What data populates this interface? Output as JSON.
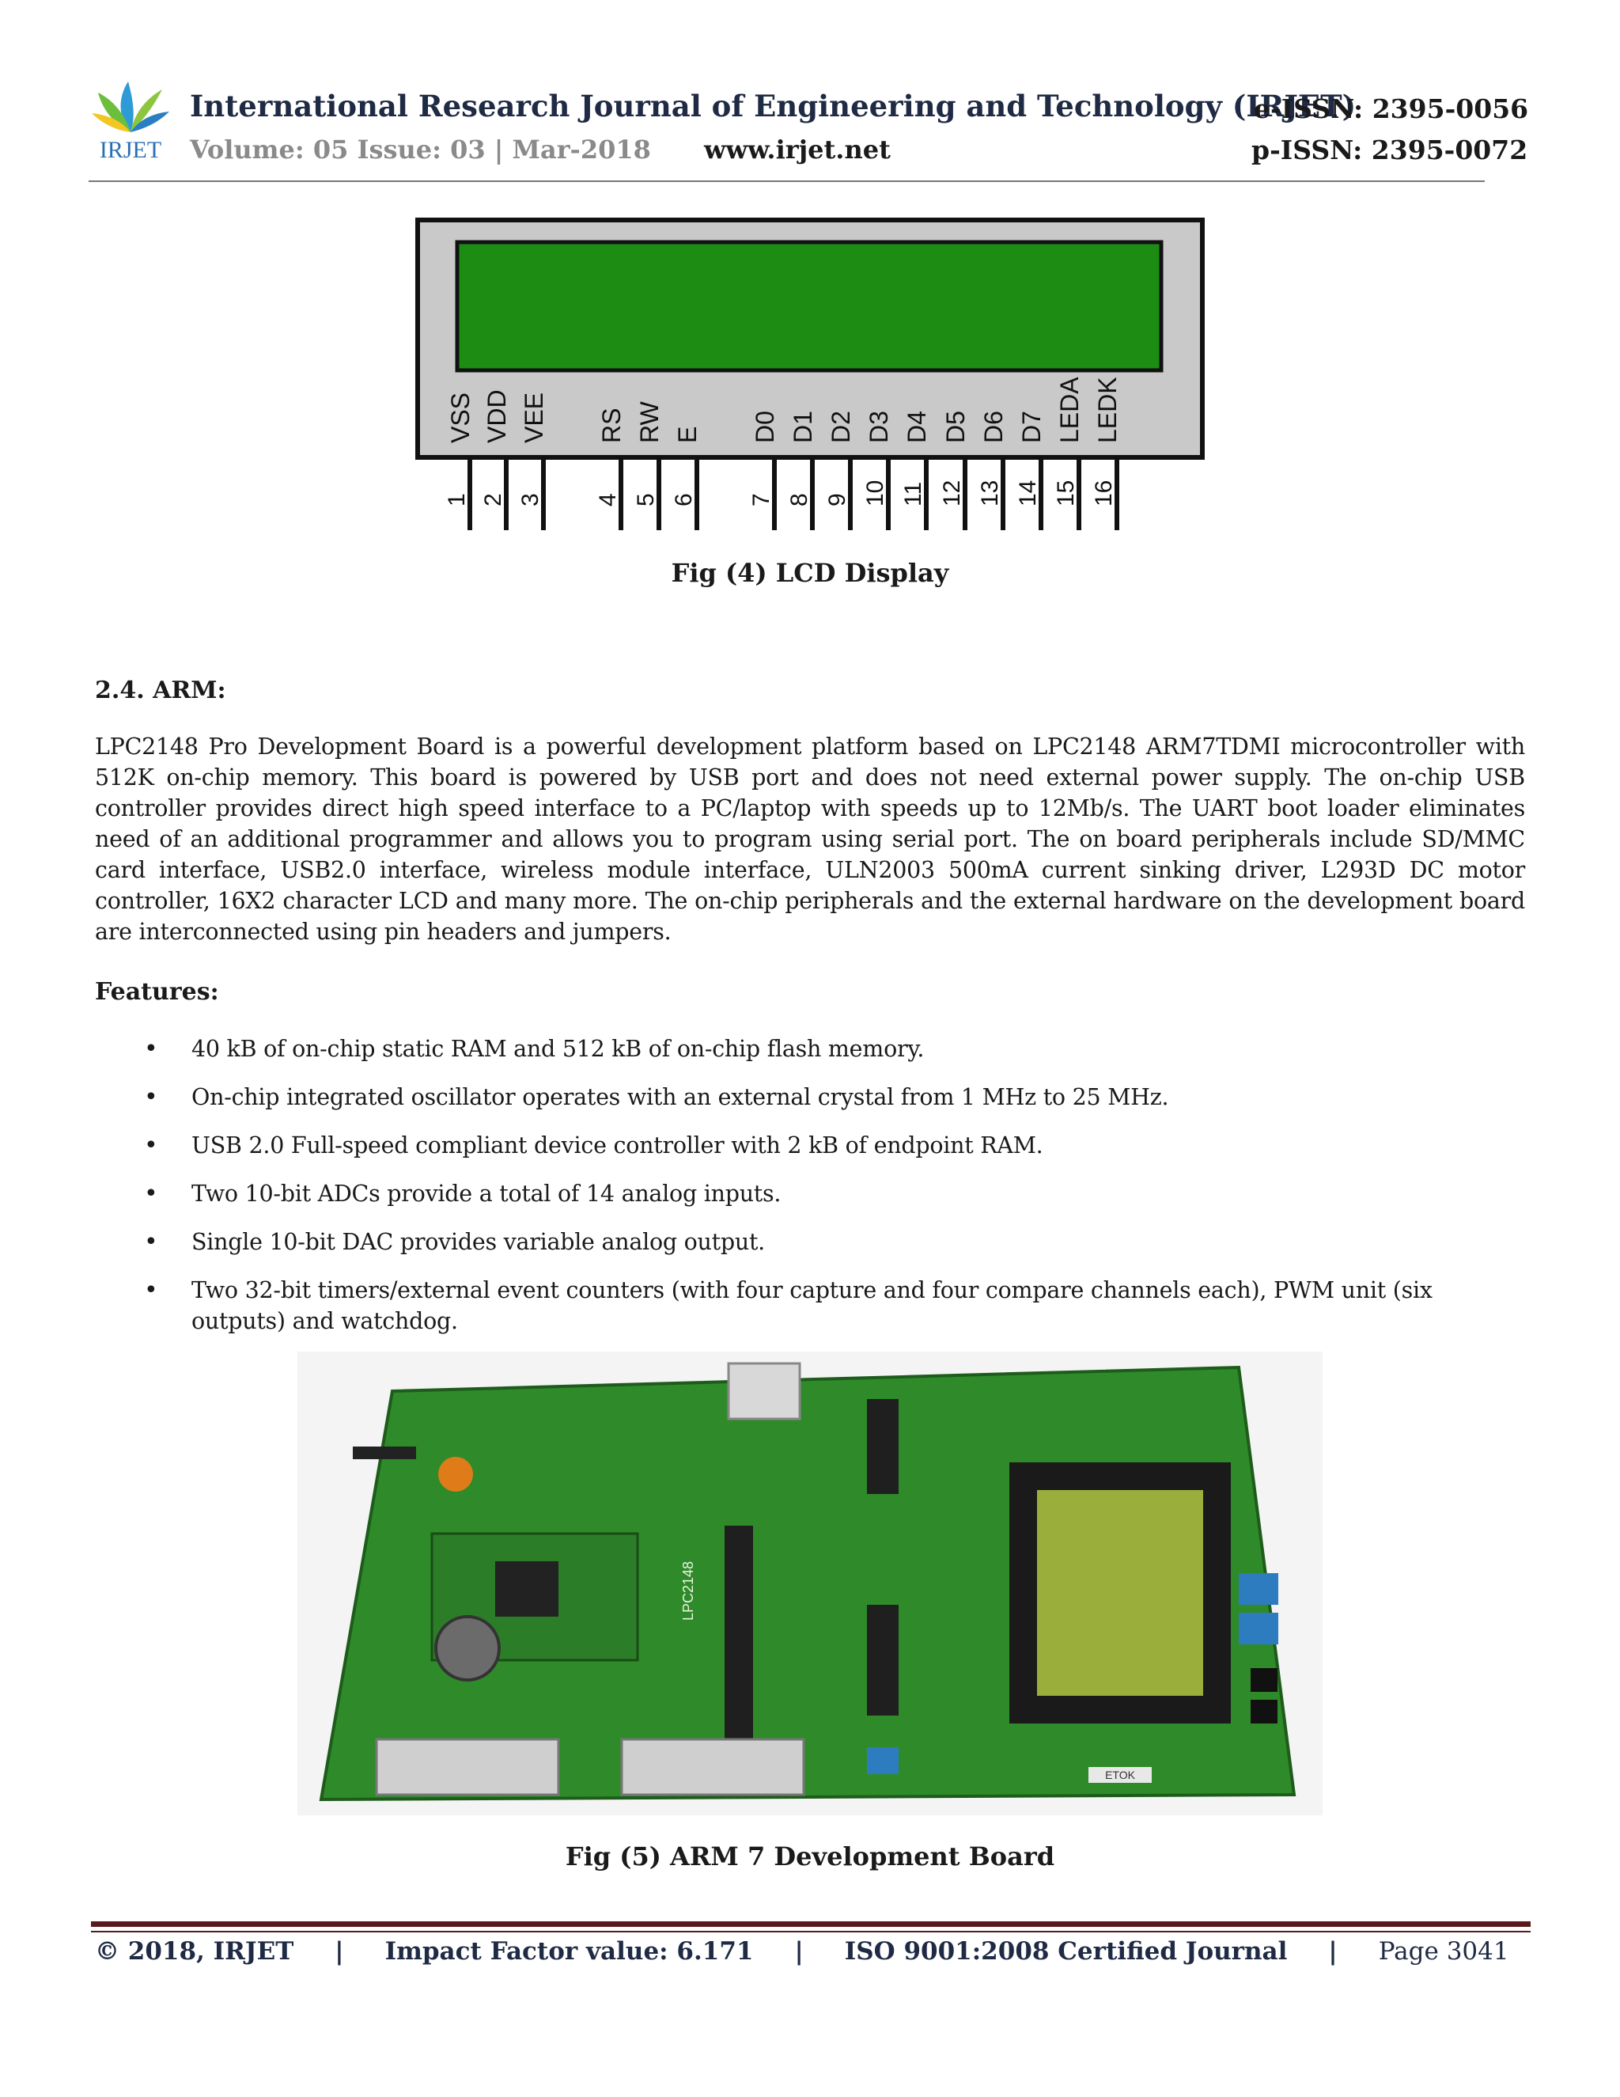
{
  "header": {
    "logo_text": "IRJET",
    "journal_title": "International Research Journal of Engineering and Technology (IRJET)",
    "volume": "Volume: 05 Issue: 03 | Mar-2018",
    "website": "www.irjet.net",
    "eissn": "e-ISSN: 2395-0056",
    "pissn": "p-ISSN: 2395-0072"
  },
  "figure4": {
    "caption": "Fig (4) LCD Display",
    "screen_color": "#1c8c13",
    "pin_labels": [
      "VSS",
      "VDD",
      "VEE",
      "RS",
      "RW",
      "E",
      "D0",
      "D1",
      "D2",
      "D3",
      "D4",
      "D5",
      "D6",
      "D7",
      "LEDA",
      "LEDK"
    ],
    "pin_numbers": [
      "1",
      "2",
      "3",
      "4",
      "5",
      "6",
      "7",
      "8",
      "9",
      "10",
      "11",
      "12",
      "13",
      "14",
      "15",
      "16"
    ]
  },
  "section": {
    "heading": "2.4. ARM:",
    "paragraph": "LPC2148 Pro Development Board is a powerful development platform based on LPC2148 ARM7TDMI microcontroller with 512K on-chip memory. This board is powered by USB port and does not need external power supply. The on-chip USB controller provides direct high speed interface to a PC/laptop with speeds up to 12Mb/s. The UART boot loader eliminates need of an additional programmer and allows you to program using serial port. The on board peripherals include SD/MMC card interface, USB2.0 interface, wireless module interface, ULN2003 500mA current sinking driver, L293D DC motor controller, 16X2 character LCD and many more. The on-chip peripherals and the external hardware on the development board are interconnected using pin headers and jumpers.",
    "features_heading": "Features:",
    "features": [
      "40 kB of on-chip static RAM and 512 kB of on-chip flash memory.",
      "On-chip integrated oscillator operates with an external crystal from 1 MHz to 25 MHz.",
      "USB 2.0 Full-speed compliant device controller with 2 kB of endpoint RAM.",
      "Two 10-bit ADCs provide a total of 14 analog inputs.",
      "Single 10-bit DAC provides variable analog output.",
      "Two 32-bit timers/external event counters (with four capture and four compare channels each), PWM unit (six outputs) and watchdog."
    ]
  },
  "figure5": {
    "caption": "Fig (5) ARM 7 Development Board",
    "board_color": "#2f8a2a",
    "chip_label": "LPC2148",
    "brand_label": "ETOK"
  },
  "footer": {
    "copyright": "© 2018, IRJET",
    "separator": "|",
    "impact": "Impact Factor value: 6.171",
    "iso": "ISO 9001:2008 Certified Journal",
    "page": "Page 3041"
  }
}
